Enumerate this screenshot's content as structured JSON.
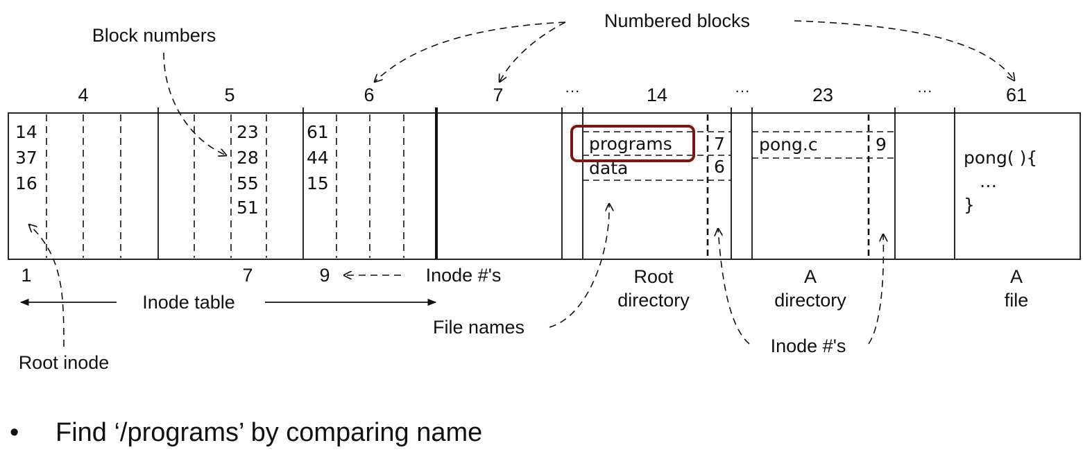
{
  "callouts": {
    "numbered_blocks": "Numbered blocks",
    "block_numbers": "Block numbers",
    "file_names": "File names",
    "inode_nums_bottom": "Inode #'s",
    "inode_nums_mid": "Inode #'s",
    "root_inode": "Root inode"
  },
  "block_headers": [
    "4",
    "5",
    "6",
    "7",
    "14",
    "23",
    "61"
  ],
  "ellipsis": "···",
  "inode_table": {
    "block4_col1": [
      "14",
      "37",
      "16"
    ],
    "block5_col3": [
      "23",
      "28",
      "55",
      "51"
    ],
    "block6_col1": [
      "61",
      "44",
      "15"
    ],
    "inode_number_labels": [
      "1",
      "7",
      "9"
    ],
    "label": "Inode table"
  },
  "root_directory": {
    "entries": [
      {
        "name": "programs",
        "inode": "7",
        "highlighted": true
      },
      {
        "name": "data",
        "inode": "6",
        "highlighted": false
      }
    ],
    "label_line1": "Root",
    "label_line2": "directory"
  },
  "a_directory": {
    "entries": [
      {
        "name": "pong.c",
        "inode": "9"
      }
    ],
    "label_line1": "A",
    "label_line2": "directory"
  },
  "a_file": {
    "content": [
      "pong( ){",
      "…",
      "}"
    ],
    "label_line1": "A",
    "label_line2": "file"
  },
  "highlight_color": "#7a1616",
  "bullet": {
    "symbol": "•",
    "text": "Find ‘/programs’ by comparing name"
  }
}
